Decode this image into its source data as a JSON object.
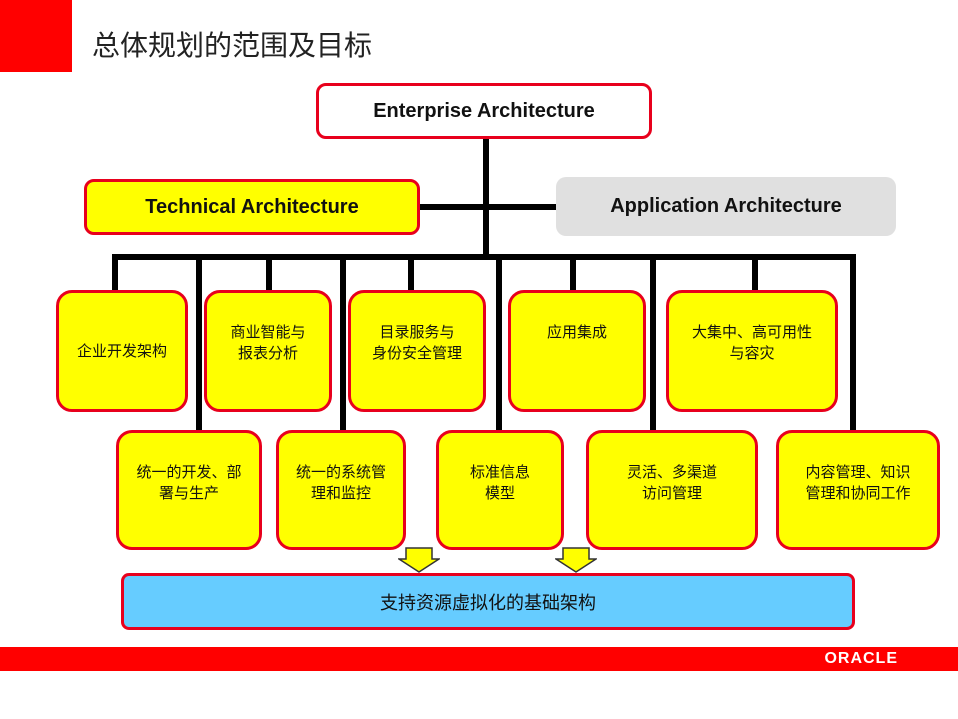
{
  "page_title": "总体规划的范围及目标",
  "enterprise_architecture": "Enterprise Architecture",
  "technical_architecture": "Technical Architecture",
  "application_architecture": "Application Architecture",
  "top_row": [
    {
      "line1": "企业开发架构",
      "line2": ""
    },
    {
      "line1": "商业智能与",
      "line2": "报表分析"
    },
    {
      "line1": "目录服务与",
      "line2": "身份安全管理"
    },
    {
      "line1": "应用集成",
      "line2": ""
    },
    {
      "line1": "大集中、高可用性",
      "line2": "与容灾"
    }
  ],
  "bottom_row": [
    {
      "line1": "统一的开发、部",
      "line2": "署与生产"
    },
    {
      "line1": "统一的系统管",
      "line2": "理和监控"
    },
    {
      "line1": "标准信息",
      "line2": "模型"
    },
    {
      "line1": "灵活、多渠道",
      "line2": "访问管理"
    },
    {
      "line1": "内容管理、知识",
      "line2": "管理和协同工作"
    }
  ],
  "foundation": "支持资源虚拟化的基础架构",
  "footer": {
    "logo": "ORACLE"
  },
  "colors": {
    "accent_red": "#ff0000",
    "box_yellow": "#ffff00",
    "foundation_blue": "#66ccff",
    "app_grey": "#e0e0e0"
  }
}
